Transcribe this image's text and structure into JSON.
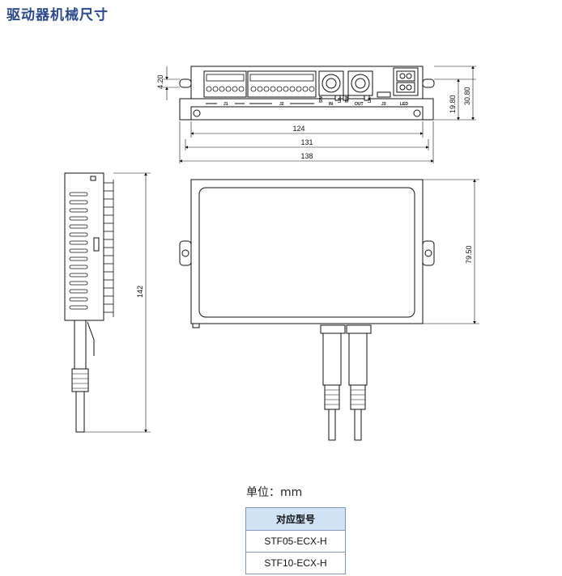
{
  "title": "驱动器机械尺寸",
  "unit_text": "单位：mm",
  "dimensions": {
    "d_4_20": "4.20",
    "d_19_80": "19.80",
    "d_30_80": "30.80",
    "d_124": "124",
    "d_131": "131",
    "d_138": "138",
    "d_142": "142",
    "d_79_50": "79.50"
  },
  "connector_labels": {
    "j1": "J1",
    "j2": "J2",
    "j3": "J3",
    "led": "LED",
    "in": "IN",
    "out": "OUT",
    "sw_left": "SW",
    "l_left": "LA",
    "sw_right": "SW",
    "l_right": "LA"
  },
  "model_table": {
    "header": "对应型号",
    "rows": [
      "STF05-ECX-H",
      "STF10-ECX-H"
    ]
  }
}
